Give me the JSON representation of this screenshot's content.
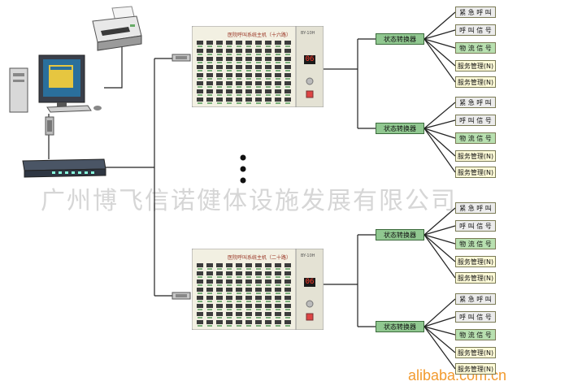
{
  "watermark": "广州博飞信诺健体设施发展有限公司",
  "site_watermark": "alibaba.com.cn",
  "colors": {
    "panel": "#f2f0e2",
    "converter": "#90c890",
    "terminal_yellow": "#fefbd8",
    "terminal_green": "#b8e0b0",
    "terminal_white": "#ececec",
    "line": "#222222",
    "watermark_site": "#f29a2e"
  },
  "panels": [
    {
      "title": "医院呼叫系统主机（十六路）",
      "model": "BY-10H",
      "display": "06"
    },
    {
      "title": "医院呼叫系统主机（二十路）",
      "model": "BY-10H",
      "display": "06"
    }
  ],
  "converter_label": "状态转换器",
  "groups": [
    {
      "converter": "状态转换器",
      "terminals": [
        {
          "label": "紧 急 呼 叫",
          "color": "white"
        },
        {
          "label": "呼 叫 信 号",
          "color": "white"
        },
        {
          "label": "物 流 信 号",
          "color": "green"
        },
        {
          "label": "服务管理(N)",
          "color": "yellow"
        },
        {
          "label": "服务管理(N)",
          "color": "yellow"
        }
      ]
    },
    {
      "converter": "状态转换器",
      "terminals": [
        {
          "label": "紧 急 呼 叫",
          "color": "white"
        },
        {
          "label": "呼 叫 信 号",
          "color": "white"
        },
        {
          "label": "物 流 信 号",
          "color": "green"
        },
        {
          "label": "服务管理(N)",
          "color": "yellow"
        },
        {
          "label": "服务管理(N)",
          "color": "yellow"
        }
      ]
    },
    {
      "converter": "状态转换器",
      "terminals": [
        {
          "label": "紧 急 呼 叫",
          "color": "white"
        },
        {
          "label": "呼 叫 信 号",
          "color": "white"
        },
        {
          "label": "物 流 信 号",
          "color": "green"
        },
        {
          "label": "服务管理(N)",
          "color": "yellow"
        },
        {
          "label": "服务管理(N)",
          "color": "yellow"
        }
      ]
    },
    {
      "converter": "状态转换器",
      "terminals": [
        {
          "label": "紧 急 呼 叫",
          "color": "white"
        },
        {
          "label": "呼 叫 信 号",
          "color": "white"
        },
        {
          "label": "物 流 信 号",
          "color": "green"
        },
        {
          "label": "服务管理(N)",
          "color": "yellow"
        },
        {
          "label": "服务管理(N)",
          "color": "yellow"
        }
      ]
    }
  ]
}
